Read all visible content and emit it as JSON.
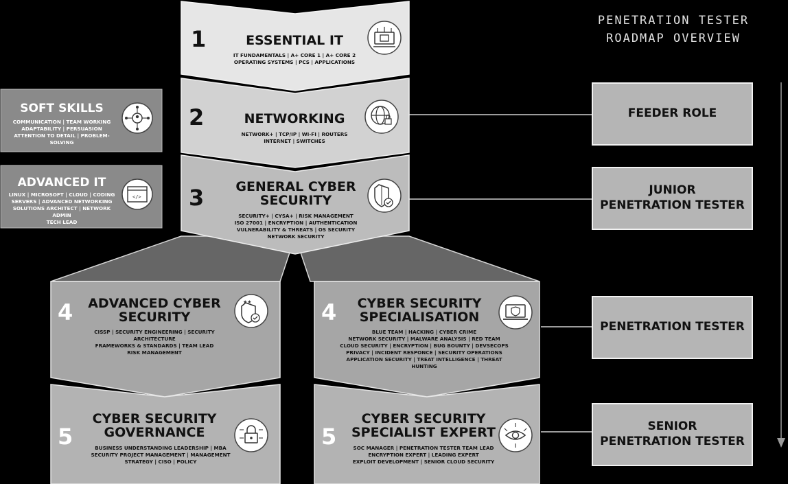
{
  "page_title": [
    "PENETRATION TESTER",
    "ROADMAP OVERVIEW"
  ],
  "stages": {
    "essential_it": {
      "number": "1",
      "title": [
        "ESSENTIAL IT"
      ],
      "lines": [
        "IT FUNDAMENTALS  |  A+ CORE 1  |  A+ CORE 2",
        "OPERATING SYSTEMS  |  PCS  |  APPLICATIONS"
      ],
      "icon": "computer-chip-icon"
    },
    "networking": {
      "number": "2",
      "title": [
        "NETWORKING"
      ],
      "lines": [
        "NETWORK+  |  TCP/IP  |  WI-FI  |  ROUTERS",
        "INTERNET  |  SWITCHES"
      ],
      "icon": "globe-lock-icon"
    },
    "general_cyber": {
      "number": "3",
      "title": [
        "GENERAL CYBER",
        "SECURITY"
      ],
      "lines": [
        "SECURITY+  |  CYSA+  |  RISK MANAGEMENT",
        "ISO 27001  |  ENCRYPTION  |  AUTHENTICATION",
        "VULNERABILITY & THREATS  |  OS SECURITY",
        "NETWORK SECURITY"
      ],
      "icon": "shield-check-icon"
    },
    "advanced_cyber": {
      "number": "4",
      "title": [
        "ADVANCED CYBER",
        "SECURITY"
      ],
      "lines": [
        "CISSP | SECURITY ENGINEERING | SECURITY ARCHITECTURE",
        "FRAMEWORKS & STANDARDS | TEAM LEAD",
        "RISK MANAGEMENT"
      ],
      "icon": "shield-stars-icon"
    },
    "specialisation": {
      "number": "4",
      "title": [
        "CYBER SECURITY",
        "SPECIALISATION"
      ],
      "lines": [
        "BLUE TEAM | HACKING | CYBER CRIME",
        "NETWORK SECURITY | MALWARE ANALYSIS | RED TEAM",
        "CLOUD SECURITY | ENCRYPTION | BUG BOUNTY | DEVSECOPS",
        "PRIVACY | INCIDENT RESPONCE | SECURITY OPERATIONS",
        "APPLICATION SECURITY | TREAT INTELLIGENCE | THREAT HUNTING"
      ],
      "icon": "laptop-shield-icon"
    },
    "governance": {
      "number": "5",
      "title": [
        "CYBER SECURITY",
        "GOVERNANCE"
      ],
      "lines": [
        "BUSINESS UNDERSTANDING  LEADERSHIP | MBA",
        "SECURITY PROJECT MANAGEMENT | MANAGEMENT",
        "STRATEGY | CISO | POLICY"
      ],
      "icon": "circuit-lock-icon"
    },
    "specialist_expert": {
      "number": "5",
      "title": [
        "CYBER SECURITY",
        "SPECIALIST EXPERT"
      ],
      "lines": [
        "SOC MANAGER | PENETRATION TESTER TEAM LEAD",
        "ENCRYPTION EXPERT | LEADING EXPERT",
        "EXPLOIT DEVELOPMENT | SENIOR CLOUD SECURITY"
      ],
      "icon": "eye-circuit-icon"
    }
  },
  "side_boxes": {
    "soft_skills": {
      "title": "SOFT SKILLS",
      "lines": [
        "COMMUNICATION  |  TEAM WORKING",
        "ADAPTABILITY  |  PERSUASION",
        "ATTENTION TO DETAIL  |  PROBLEM-SOLVING"
      ],
      "icon": "people-network-icon"
    },
    "advanced_it": {
      "title": "ADVANCED IT",
      "lines": [
        "LINUX  |  MICROSOFT  |  CLOUD  |  CODING",
        "SERVERS  |  ADVANCED NETWORKING",
        "SOLUTIONS ARCHITECT  |  NETWORK ADMIN",
        "TECH LEAD"
      ],
      "icon": "code-window-icon"
    }
  },
  "roles": [
    {
      "lines": [
        "FEEDER ROLE"
      ]
    },
    {
      "lines": [
        "JUNIOR",
        "PENETRATION TESTER"
      ]
    },
    {
      "lines": [
        "PENETRATION TESTER"
      ]
    },
    {
      "lines": [
        "SENIOR",
        "PENETRATION TESTER"
      ]
    }
  ],
  "colors": {
    "background": "#000000",
    "stage1": "#e6e6e6",
    "stage2": "#d2d2d2",
    "stage3": "#bcbcbc",
    "stage4": "#a6a6a6",
    "stage5": "#b3b3b3",
    "side_box": "#8a8a8a",
    "role_box": "#b5b5b5",
    "connector": "#d0d0d0"
  }
}
